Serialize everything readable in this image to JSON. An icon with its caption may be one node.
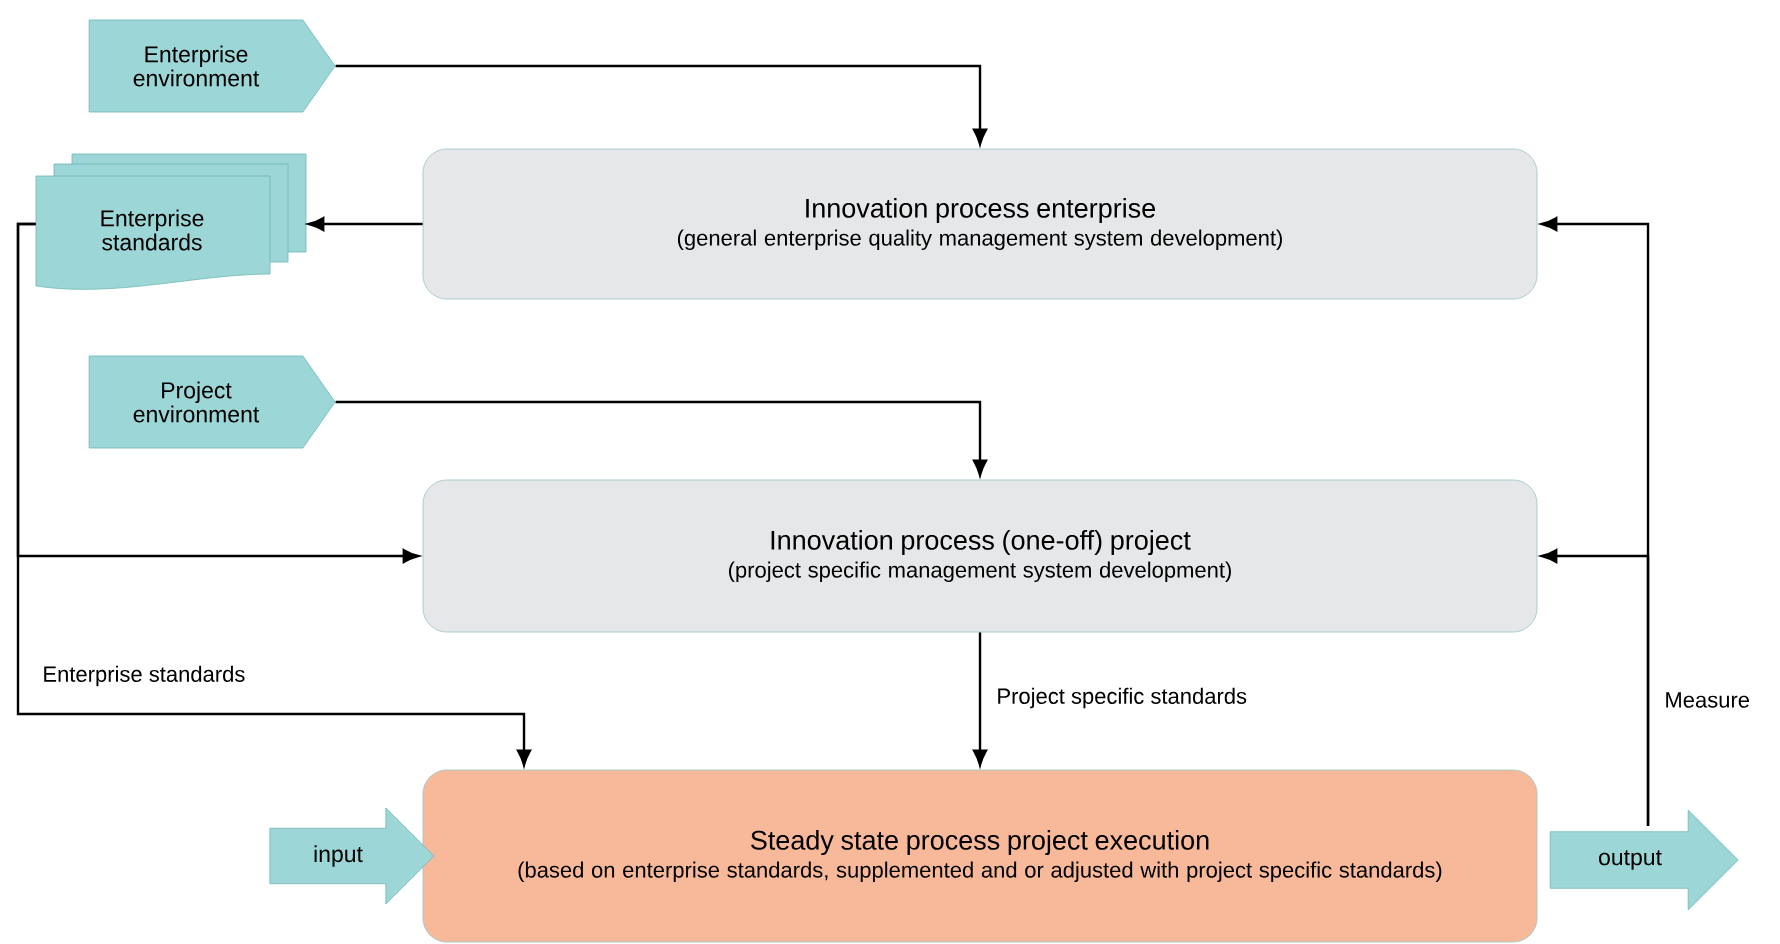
{
  "diagram": {
    "nodes": [
      {
        "text": [
          "Enterprise environment"
        ]
      },
      {
        "text": [
          "Innovation process enterprise",
          "(general enterprise quality management system development)"
        ]
      },
      {
        "text": [
          "Enterprise standards"
        ]
      },
      {
        "text": [
          "Project environment"
        ]
      },
      {
        "text": [
          "Innovation process (one-off) project",
          "(project specific management system development)"
        ]
      },
      {
        "text": [
          "Steady state process project execution",
          "(based on enterprise standards, supplemented and or adjusted with project specific standards)"
        ]
      },
      {
        "text": [
          "input"
        ]
      },
      {
        "text": [
          "output"
        ]
      }
    ],
    "edges": [
      {
        "from": 0,
        "to": 1,
        "arrow": "to"
      },
      {
        "from": 1,
        "to": 2,
        "arrow": "to"
      },
      {
        "from": 2,
        "to": 4,
        "arrow": "to"
      },
      {
        "from": 2,
        "to": 5,
        "arrow": "to",
        "label": "Enterprise standards"
      },
      {
        "from": 3,
        "to": 4,
        "arrow": "to"
      },
      {
        "from": 4,
        "to": 5,
        "arrow": "to",
        "label": "Project specific standards"
      },
      {
        "from": 7,
        "to": 1,
        "arrow": "to",
        "label": "Measure"
      },
      {
        "from": 7,
        "to": 4,
        "arrow": "to"
      }
    ]
  }
}
